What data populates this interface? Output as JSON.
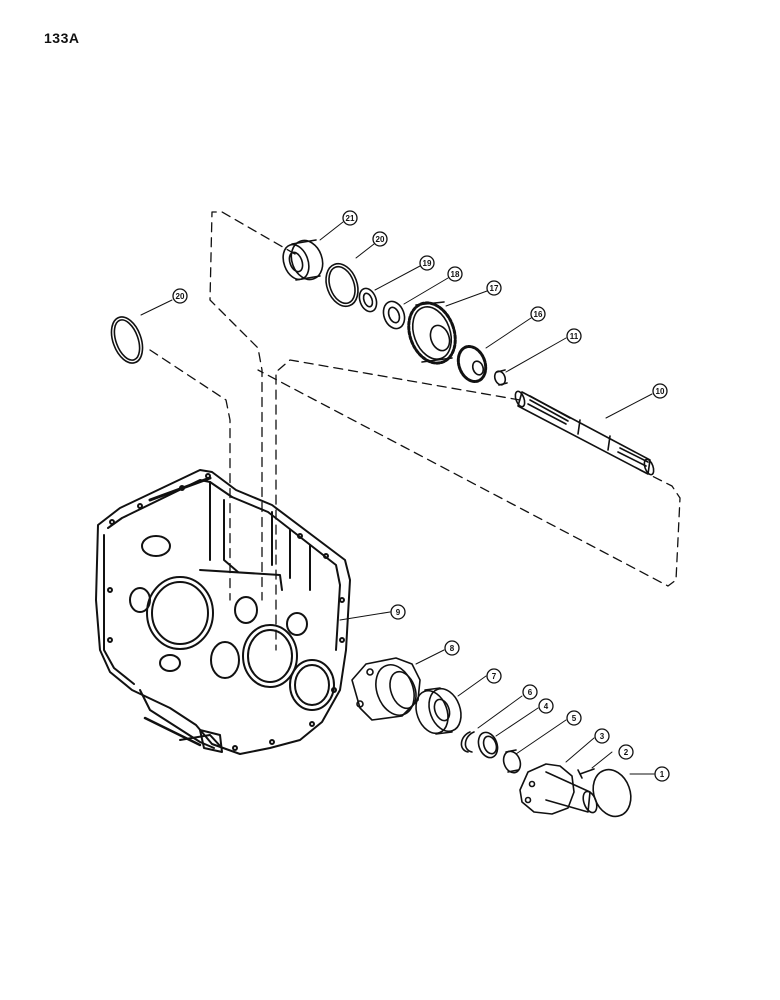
{
  "page_number": "133A",
  "callouts": [
    {
      "id": "c21",
      "label": "21"
    },
    {
      "id": "c20a",
      "label": "20"
    },
    {
      "id": "c20b",
      "label": "20"
    },
    {
      "id": "c19",
      "label": "19"
    },
    {
      "id": "c18",
      "label": "18"
    },
    {
      "id": "c17",
      "label": "17"
    },
    {
      "id": "c16",
      "label": "16"
    },
    {
      "id": "c11",
      "label": "11"
    },
    {
      "id": "c10",
      "label": "10"
    },
    {
      "id": "c9",
      "label": "9"
    },
    {
      "id": "c8",
      "label": "8"
    },
    {
      "id": "c7",
      "label": "7"
    },
    {
      "id": "c6",
      "label": "6"
    },
    {
      "id": "c4",
      "label": "4"
    },
    {
      "id": "c5",
      "label": "5"
    },
    {
      "id": "c3",
      "label": "3"
    },
    {
      "id": "c2",
      "label": "2"
    },
    {
      "id": "c1",
      "label": "1"
    }
  ]
}
